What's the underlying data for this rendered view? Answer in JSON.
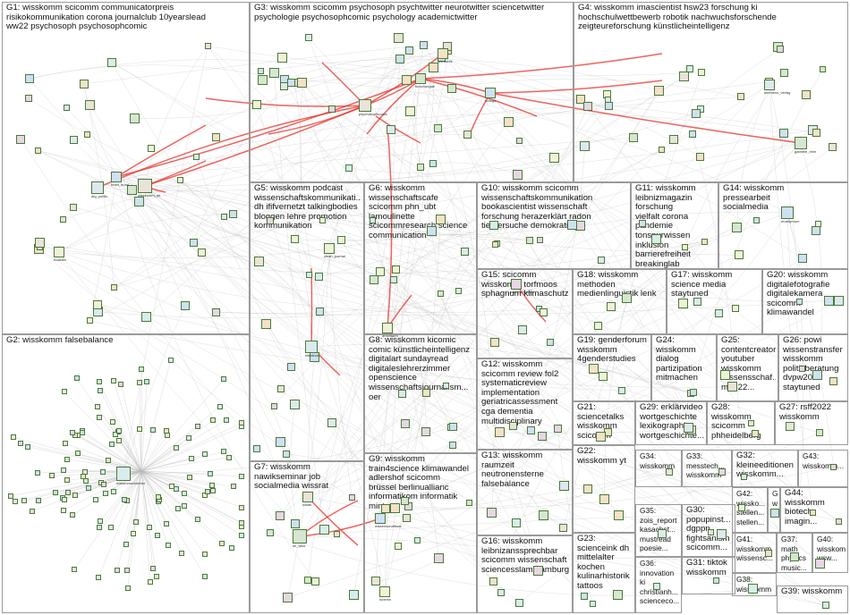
{
  "groups": [
    {
      "id": "G1",
      "label": "G1: wisskomm scicomm communicatorpreis\nrisikokommunikation corona journalclub 10yearslead\nww22 psychosoph psychosophcomic"
    },
    {
      "id": "G2",
      "label": "G2: wisskomm falsebalance"
    },
    {
      "id": "G3",
      "label": "G3: wisskomm scicomm psychosoph psychtwitter neurotwitter sciencetwitter\npsychologie psychosophcomic psychology academictwitter"
    },
    {
      "id": "G4",
      "label": "G4: wisskomm imascientist hsw23 forschung ki\nhochschulwettbewerb robotik nachwuchsforschende\nzeigteureforschung künstlicheintelligenz"
    },
    {
      "id": "G5",
      "label": "G5: wisskomm podcast\nwissenschaftskommunikati...\ndh ififvernetzt talkingbodies\nbloggen lehre promotion\nkommunikation"
    },
    {
      "id": "G6",
      "label": "G6: wisskomm\nwissenschaftscafe\nscicomm phn_ubt\nlamoulinette\nscicommresearch science\ncommunication"
    },
    {
      "id": "G7",
      "label": "G7: wisskomm\nnawikseminar job\nsocialmedia wissrat"
    },
    {
      "id": "G8",
      "label": "G8: wisskomm kicomic\ncomic künstlicheintelligenz\ndigitalart sundayread\ndigitaleslehrerzimmer\nopenscience\nwissenschaftsjournalism...\noer"
    },
    {
      "id": "G9",
      "label": "G9: wisskomm\ntrain4science klimawandel\nadlershof scicomm\nbrüssel berlinuallianc\ninformatikom informatik\nmint"
    },
    {
      "id": "G10",
      "label": "G10: wisskomm scicomm\nwissenschaftskommunikation\nbookascientist wissenschaft\nforschung herazerklärt radon\ntierversuche demokratie"
    },
    {
      "id": "G11",
      "label": "G11: wisskomm\nleibnizmagazin forschung\nvielfalt corona pandemie\ntonspurwissen inklusion\nbarrierefreiheit breakinglab"
    },
    {
      "id": "G12",
      "label": "G12: wisskomm\nscicomm review fol2\nsystematicreview\nimplementation\ngeriatricassessment\ncga dementia\nmultidisciplinary"
    },
    {
      "id": "G13",
      "label": "G13: wisskomm\nraumzeit\nneutronensterne\nfalsebalance"
    },
    {
      "id": "G14",
      "label": "G14: wisskomm\npressearbeit\nsocialmedia"
    },
    {
      "id": "G15",
      "label": "G15: scicomm\nwisskomm torfmoos\nsphagnum klimaschutz"
    },
    {
      "id": "G16",
      "label": "G16: wisskomm\nleibnizanssprechbar\nscicomm wissenschaft\nsciencesslam hamburg"
    },
    {
      "id": "G17",
      "label": "G17: wisskomm\nscience media\nstaytuned"
    },
    {
      "id": "G18",
      "label": "G18: wisskomm\nmethoden\nmedienlinguistik lenk"
    },
    {
      "id": "G19",
      "label": "G19: genderforum\nwisskomm\n4genderstudies"
    },
    {
      "id": "G20",
      "label": "G20: wisskomm\ndigitalefotografie\ndigitalekamera\nscicomm\nklimawandel"
    },
    {
      "id": "G21",
      "label": "G21:\nsciencetalks\nwisskomm\nscicomm"
    },
    {
      "id": "G22",
      "label": "G22:\nwisskomm yt"
    },
    {
      "id": "G23",
      "label": "G23:\nscienceink dh\nmittelalter\nkochen\nkulinarhistorik\ntattoos"
    },
    {
      "id": "G24",
      "label": "G24:\nwisskomm\ndialog\npartizipation\nmitmachen"
    },
    {
      "id": "G25",
      "label": "G25:\ncontentcreator\nyoutuber\nwisskomm\nwissensschaf...\nmtm22..."
    },
    {
      "id": "G26",
      "label": "G26: powi\nwissenstransfer\nwisskomm\npolitikberatung\ndvpw2023\nstaytuned"
    },
    {
      "id": "G27",
      "label": "G27: rsff2022\nwisskomm"
    },
    {
      "id": "G28",
      "label": "G28: wisskomm\nscicomm\nphheidelberg"
    },
    {
      "id": "G29",
      "label": "G29: erklärvideo\nwortgeschichte\nlexikographie\nwortgeschichte..."
    },
    {
      "id": "G30",
      "label": "G30:\npopupinst...\ndgppn\nfightsanism\nscicomm..."
    },
    {
      "id": "G31",
      "label": "G31: tiktok\nwisskomm"
    },
    {
      "id": "G32",
      "label": "G32:\nkleineeditionen\nwisskomm..."
    },
    {
      "id": "G33",
      "label": "G33:\nmesstech...\nwisskomm"
    },
    {
      "id": "G34",
      "label": "G34:\nwisskomm"
    },
    {
      "id": "G35",
      "label": "G35:\nzois_report\nkasachst...\nmustread\npoesie..."
    },
    {
      "id": "G36",
      "label": "G36:\ninnovation\nki\nchristianh...\nscienceco..."
    },
    {
      "id": "G37",
      "label": "G37:\nmath\nphysics\nmusic..."
    },
    {
      "id": "G38",
      "label": "G38:\nwisskomm"
    },
    {
      "id": "G39",
      "label": "G39: wisskomm"
    },
    {
      "id": "G40",
      "label": "G40:\nwisskomm\nwsw..."
    },
    {
      "id": "G41",
      "label": "G41:\nwisskomm\nwissensc..."
    },
    {
      "id": "G42",
      "label": "G42:\nwissko...\nstellen...\nstellen..."
    },
    {
      "id": "G43",
      "label": "G43:\nwisskomm..."
    },
    {
      "id": "G44",
      "label": "G44:\nwisskomm\nbiotech\nimagin..."
    },
    {
      "id": "G45",
      "label": "G45:\nwissko..."
    }
  ],
  "node_labels": {
    "wisskomm_de": "wisskomm_de",
    "dfg": "dfg_public",
    "bmbf": "bmbf_bund",
    "hoaxilla": "hoaxilla",
    "psychosoph": "psychosophcomic",
    "forschung": "forschungde",
    "rimi": "gabriele_reim",
    "wr": "wr_wiss",
    "ard": "ardwissen",
    "g2hub": "wirkommunizieren",
    "kifest": "kifestival",
    "lemmens": "lemmens_verlag",
    "cleanjournal": "clean_journal",
    "drkrasrek": "drkrasrek",
    "wissenschaftsrat": "wissenschaftsrat",
    "nawik": "nawik",
    "cgm": "cgm_scicomm",
    "mostlymum": "mostlymum",
    "scilogs": "scilogs",
    "tuberlin": "tuberlin"
  },
  "colors": {
    "box_border": "#9a9a9a",
    "edge_gray": "#b9b9b9",
    "edge_red": "#e8302a",
    "node_border": "#4a7a3a",
    "node_fill": "#dfe8ef",
    "label_text": "#111111"
  }
}
